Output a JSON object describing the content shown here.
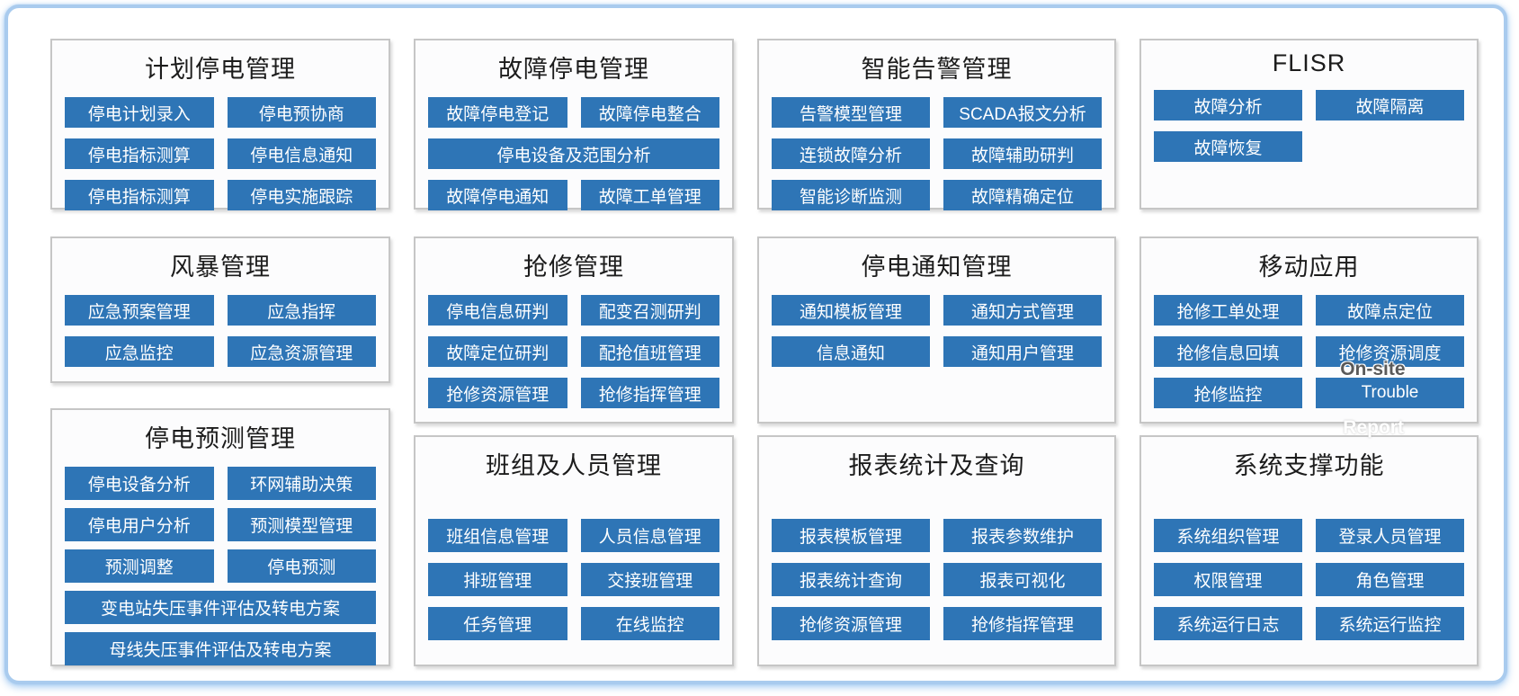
{
  "colors": {
    "button_bg": "#2E75B6",
    "button_text": "#FFFFFF",
    "panel_border": "#C6C6C6",
    "outer_border": "#A9CBEE",
    "title_text": "#1C1C1C"
  },
  "overlays": {
    "on_site": "On-site",
    "report": "Report"
  },
  "columns": [
    {
      "panels": [
        {
          "id": "planned-outage-management",
          "title": "计划停电管理",
          "buttons": [
            {
              "label": "停电计划录入",
              "wide": false
            },
            {
              "label": "停电预协商",
              "wide": false
            },
            {
              "label": "停电指标测算",
              "wide": false
            },
            {
              "label": "停电信息通知",
              "wide": false
            },
            {
              "label": "停电指标测算",
              "wide": false
            },
            {
              "label": "停电实施跟踪",
              "wide": false
            }
          ]
        },
        {
          "id": "storm-management",
          "title": "风暴管理",
          "buttons": [
            {
              "label": "应急预案管理",
              "wide": false
            },
            {
              "label": "应急指挥",
              "wide": false
            },
            {
              "label": "应急监控",
              "wide": false
            },
            {
              "label": "应急资源管理",
              "wide": false
            }
          ]
        },
        {
          "id": "outage-forecast-management",
          "title": "停电预测管理",
          "buttons": [
            {
              "label": "停电设备分析",
              "wide": false
            },
            {
              "label": "环网辅助决策",
              "wide": false
            },
            {
              "label": "停电用户分析",
              "wide": false
            },
            {
              "label": "预测模型管理",
              "wide": false
            },
            {
              "label": "预测调整",
              "wide": false
            },
            {
              "label": "停电预测",
              "wide": false
            },
            {
              "label": "变电站失压事件评估及转电方案",
              "wide": true
            },
            {
              "label": "母线失压事件评估及转电方案",
              "wide": true
            }
          ]
        }
      ]
    },
    {
      "panels": [
        {
          "id": "fault-outage-management",
          "title": "故障停电管理",
          "buttons": [
            {
              "label": "故障停电登记",
              "wide": false
            },
            {
              "label": "故障停电整合",
              "wide": false
            },
            {
              "label": "停电设备及范围分析",
              "wide": true
            },
            {
              "label": "故障停电通知",
              "wide": false
            },
            {
              "label": "故障工单管理",
              "wide": false
            }
          ]
        },
        {
          "id": "repair-management",
          "title": "抢修管理",
          "buttons": [
            {
              "label": "停电信息研判",
              "wide": false
            },
            {
              "label": "配变召测研判",
              "wide": false
            },
            {
              "label": "故障定位研判",
              "wide": false
            },
            {
              "label": "配抢值班管理",
              "wide": false
            },
            {
              "label": "抢修资源管理",
              "wide": false
            },
            {
              "label": "抢修指挥管理",
              "wide": false
            }
          ]
        },
        {
          "id": "team-personnel-management",
          "title": "班组及人员管理",
          "buttons": [
            {
              "label": "班组信息管理",
              "wide": false
            },
            {
              "label": "人员信息管理",
              "wide": false
            },
            {
              "label": "排班管理",
              "wide": false
            },
            {
              "label": "交接班管理",
              "wide": false
            },
            {
              "label": "任务管理",
              "wide": false
            },
            {
              "label": "在线监控",
              "wide": false
            }
          ]
        }
      ]
    },
    {
      "panels": [
        {
          "id": "intelligent-alarm-management",
          "title": "智能告警管理",
          "buttons": [
            {
              "label": "告警模型管理",
              "wide": false
            },
            {
              "label": "SCADA报文分析",
              "wide": false
            },
            {
              "label": "连锁故障分析",
              "wide": false
            },
            {
              "label": "故障辅助研判",
              "wide": false
            },
            {
              "label": "智能诊断监测",
              "wide": false
            },
            {
              "label": "故障精确定位",
              "wide": false
            }
          ]
        },
        {
          "id": "outage-notification-management",
          "title": "停电通知管理",
          "buttons": [
            {
              "label": "通知模板管理",
              "wide": false
            },
            {
              "label": "通知方式管理",
              "wide": false
            },
            {
              "label": "信息通知",
              "wide": false
            },
            {
              "label": "通知用户管理",
              "wide": false
            }
          ]
        },
        {
          "id": "report-statistics-query",
          "title": "报表统计及查询",
          "buttons": [
            {
              "label": "报表模板管理",
              "wide": false
            },
            {
              "label": "报表参数维护",
              "wide": false
            },
            {
              "label": "报表统计查询",
              "wide": false
            },
            {
              "label": "报表可视化",
              "wide": false
            },
            {
              "label": "抢修资源管理",
              "wide": false
            },
            {
              "label": "抢修指挥管理",
              "wide": false
            }
          ]
        }
      ]
    },
    {
      "panels": [
        {
          "id": "flisr",
          "title": "FLISR",
          "buttons": [
            {
              "label": "故障分析",
              "wide": false
            },
            {
              "label": "故障隔离",
              "wide": false
            },
            {
              "label": "故障恢复",
              "wide": false
            }
          ]
        },
        {
          "id": "mobile-application",
          "title": "移动应用",
          "buttons": [
            {
              "label": "抢修工单处理",
              "wide": false
            },
            {
              "label": "故障点定位",
              "wide": false
            },
            {
              "label": "抢修信息回填",
              "wide": false
            },
            {
              "label": "抢修资源调度",
              "wide": false
            },
            {
              "label": "抢修监控",
              "wide": false
            },
            {
              "label": "Trouble",
              "wide": false
            }
          ]
        },
        {
          "id": "system-support-functions",
          "title": "系统支撑功能",
          "buttons": [
            {
              "label": "系统组织管理",
              "wide": false
            },
            {
              "label": "登录人员管理",
              "wide": false
            },
            {
              "label": "权限管理",
              "wide": false
            },
            {
              "label": "角色管理",
              "wide": false
            },
            {
              "label": "系统运行日志",
              "wide": false
            },
            {
              "label": "系统运行监控",
              "wide": false
            }
          ]
        }
      ]
    }
  ]
}
